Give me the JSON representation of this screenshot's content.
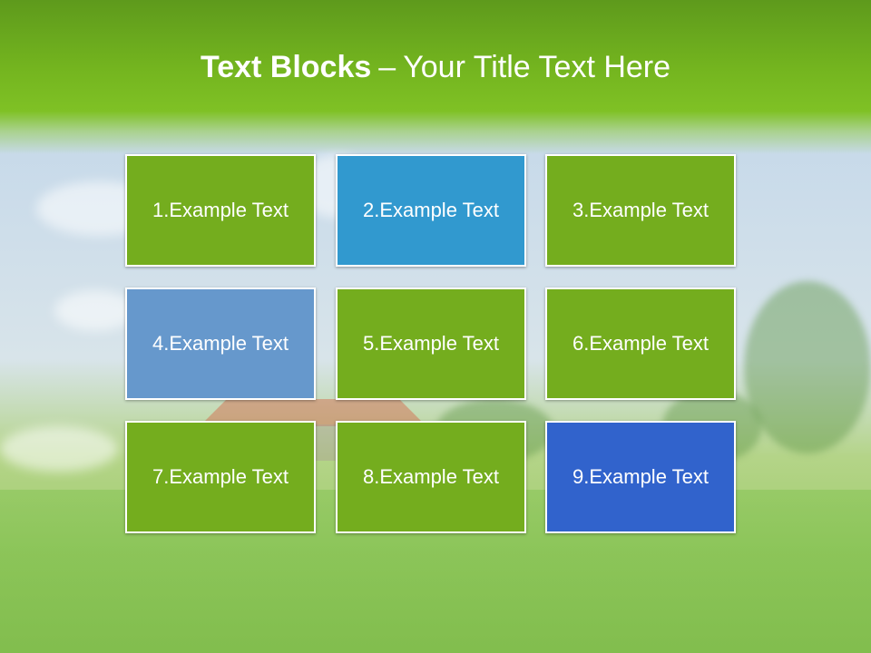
{
  "title": {
    "bold": "Text Blocks",
    "dash": "–",
    "rest": "Your Title Text Here"
  },
  "blocks": [
    {
      "label": "1.Example Text",
      "color": "#74ad1e"
    },
    {
      "label": "2.Example Text",
      "color": "#3199cf"
    },
    {
      "label": "3.Example Text",
      "color": "#74ad1e"
    },
    {
      "label": "4.Example Text",
      "color": "#6698cc"
    },
    {
      "label": "5.Example Text",
      "color": "#74ad1e"
    },
    {
      "label": "6.Example Text",
      "color": "#74ad1e"
    },
    {
      "label": "7.Example Text",
      "color": "#74ad1e"
    },
    {
      "label": "8.Example Text",
      "color": "#74ad1e"
    },
    {
      "label": "9.Example Text",
      "color": "#3163cc"
    }
  ]
}
